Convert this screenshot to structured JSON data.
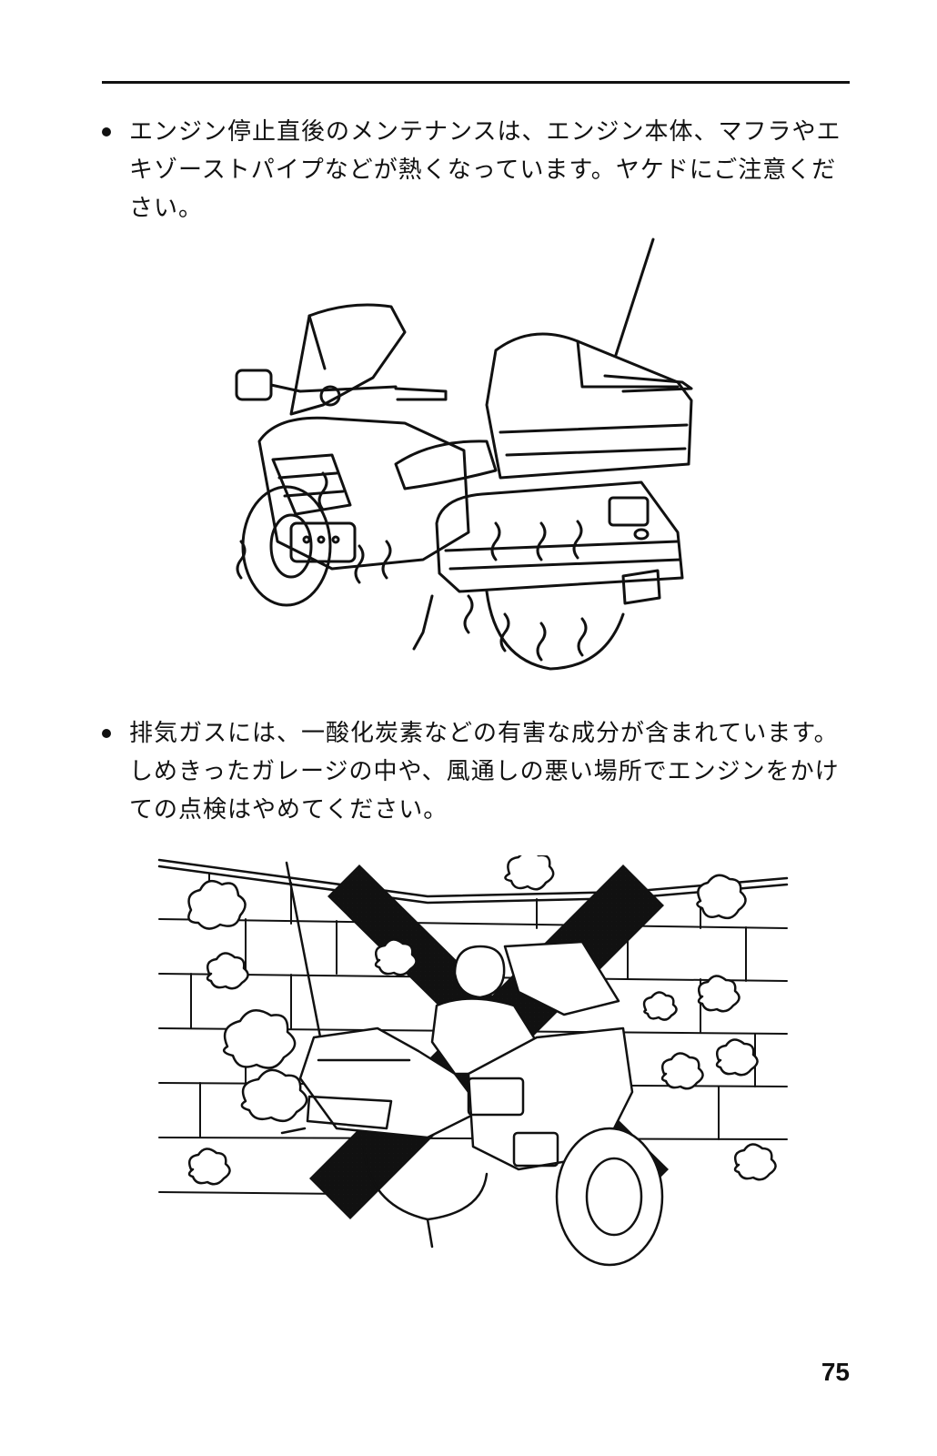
{
  "bullets": [
    {
      "text": "エンジン停止直後のメンテナンスは、エンジン本体、マフラやエキゾーストパイプなどが熱くなっています。ヤケドにご注意ください。"
    },
    {
      "text": "排気ガスには、一酸化炭素などの有害な成分が含まれています。しめきったガレージの中や、風通しの悪い場所でエンジンをかけての点検はやめてください。"
    }
  ],
  "page_number": "75"
}
